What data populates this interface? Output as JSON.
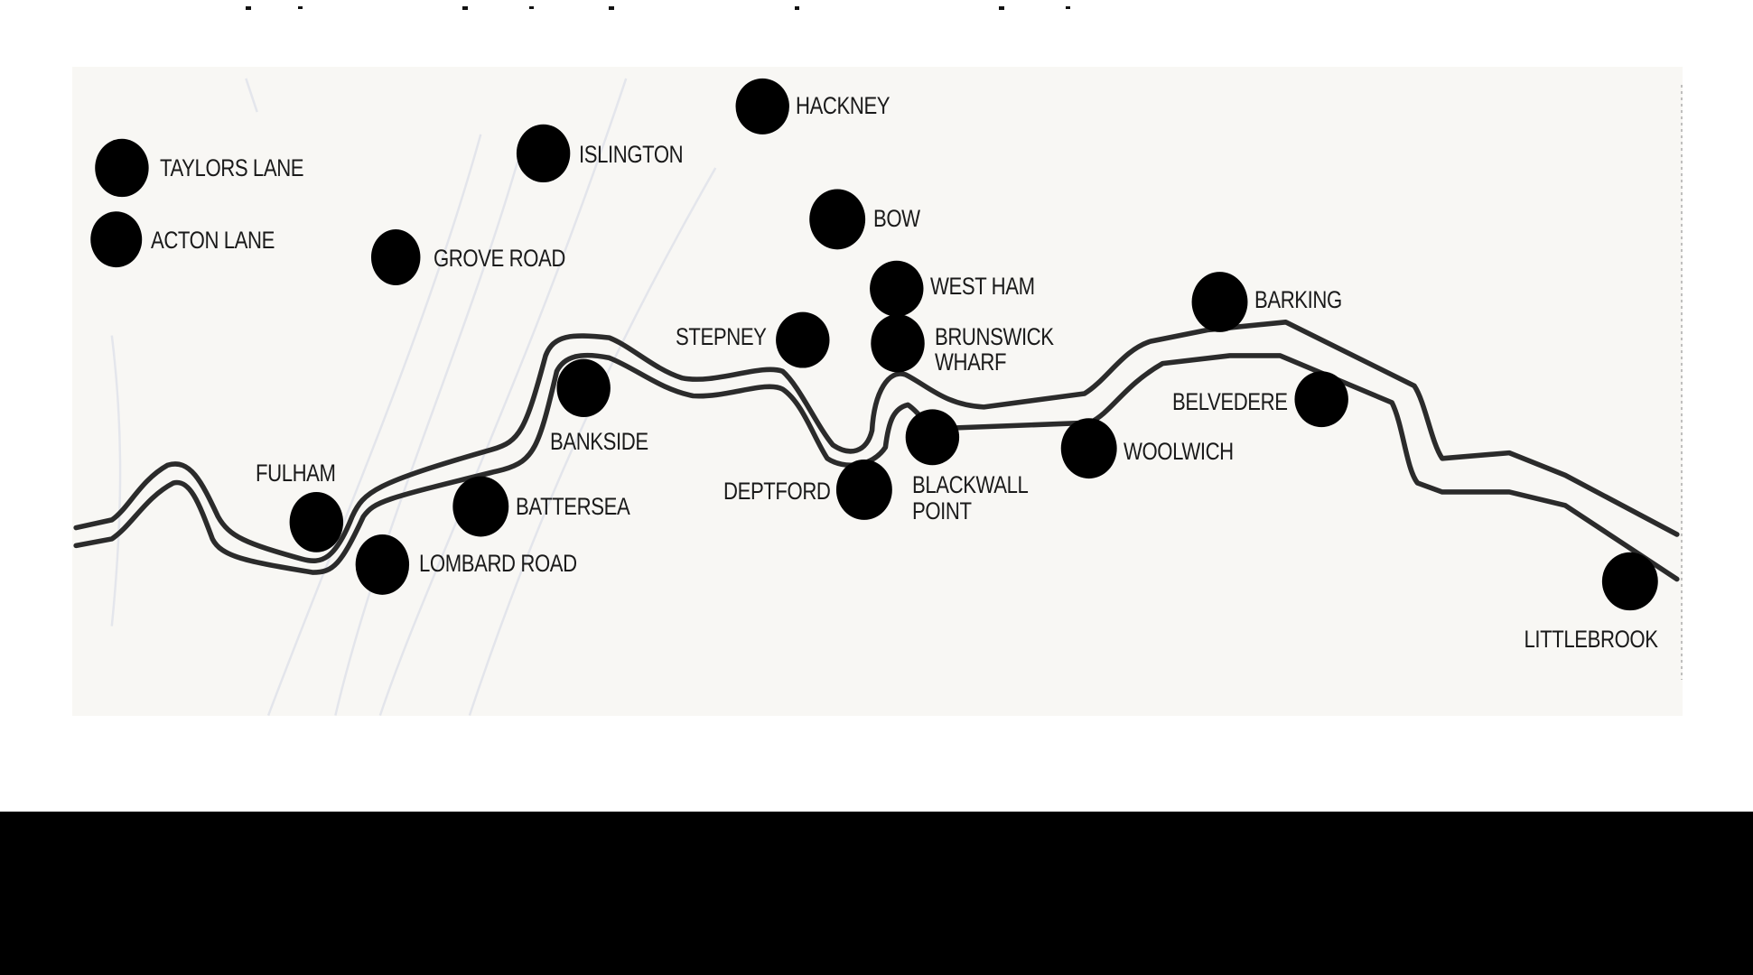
{
  "map": {
    "background_color": "#f8f7f4",
    "river_color": "#2b2b2b",
    "station_color": "#000000",
    "river_name": "",
    "stations": [
      {
        "id": "taylors-lane",
        "label": "TAYLORS LANE"
      },
      {
        "id": "acton-lane",
        "label": "ACTON LANE"
      },
      {
        "id": "grove-road",
        "label": "GROVE ROAD"
      },
      {
        "id": "islington",
        "label": "ISLINGTON"
      },
      {
        "id": "hackney",
        "label": "HACKNEY"
      },
      {
        "id": "bow",
        "label": "BOW"
      },
      {
        "id": "west-ham",
        "label": "WEST HAM"
      },
      {
        "id": "stepney",
        "label": "STEPNEY"
      },
      {
        "id": "brunswick-wharf",
        "label_line1": "BRUNSWICK",
        "label_line2": "WHARF"
      },
      {
        "id": "bankside",
        "label": "BANKSIDE"
      },
      {
        "id": "fulham",
        "label": "FULHAM"
      },
      {
        "id": "battersea",
        "label": "BATTERSEA"
      },
      {
        "id": "lombard-road",
        "label": "LOMBARD ROAD"
      },
      {
        "id": "deptford",
        "label": "DEPTFORD"
      },
      {
        "id": "blackwall-point",
        "label_line1": "BLACKWALL",
        "label_line2": "POINT"
      },
      {
        "id": "woolwich",
        "label": "WOOLWICH"
      },
      {
        "id": "barking",
        "label": "BARKING"
      },
      {
        "id": "belvedere",
        "label": "BELVEDERE"
      },
      {
        "id": "littlebrook",
        "label": "LITTLEBROOK"
      }
    ]
  }
}
